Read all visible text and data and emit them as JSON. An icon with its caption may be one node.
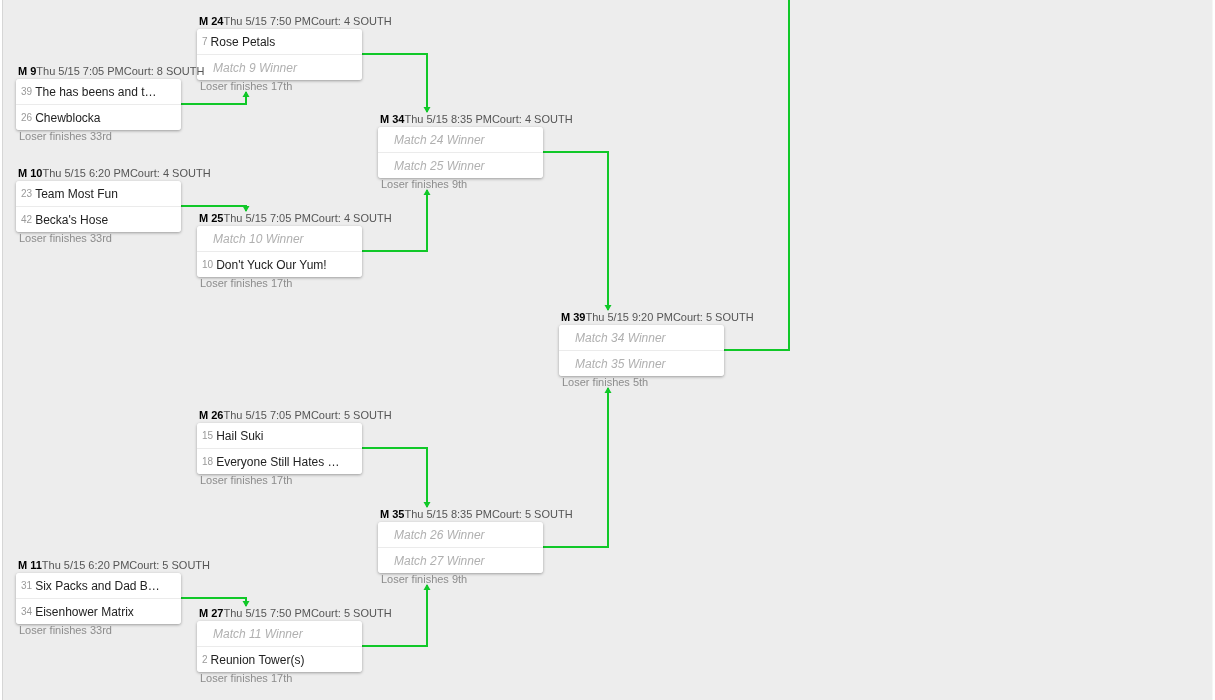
{
  "diagram": {
    "nodes": [
      {
        "text": [
          "**M 24**Thu 5/15 7:50 PMCourt: 4 SOUTH"
        ],
        "beside": [
          "Loser finishes 17th"
        ]
      },
      {
        "text": [
          "7",
          "Rose Petals"
        ],
        "in": 0
      },
      {
        "text": [
          "Match 9 Winner"
        ],
        "in": 0
      },
      {
        "text": [
          "**M 9**Thu 5/15 7:05 PMCourt: 8 SOUTH"
        ],
        "beside": [
          "Loser finishes 33rd"
        ]
      },
      {
        "text": [
          "39",
          "The has beens and t…"
        ],
        "in": 3
      },
      {
        "text": [
          "26",
          "Chewblocka"
        ],
        "in": 3
      },
      {
        "text": [
          "**M 34**Thu 5/15 8:35 PMCourt: 4 SOUTH"
        ],
        "beside": [
          "Loser finishes 9th"
        ]
      },
      {
        "text": [
          "Match 24 Winner"
        ],
        "in": 6
      },
      {
        "text": [
          "Match 25 Winner"
        ],
        "in": 6
      },
      {
        "text": [
          "**M 10**Thu 5/15 6:20 PMCourt: 4 SOUTH"
        ],
        "beside": [
          "Loser finishes 33rd"
        ]
      },
      {
        "text": [
          "23",
          "Team Most Fun"
        ],
        "in": 9
      },
      {
        "text": [
          "42",
          "Becka's Hose"
        ],
        "in": 9
      },
      {
        "text": [
          "**M 25**Thu 5/15 7:05 PMCourt: 4 SOUTH"
        ],
        "beside": [
          "Loser finishes 17th"
        ]
      },
      {
        "text": [
          "Match 10 Winner"
        ],
        "in": 12
      },
      {
        "text": [
          "10",
          "Don't Yuck Our Yum!"
        ],
        "in": 12
      },
      {
        "text": [
          "**M 39**Thu 5/15 9:20 PMCourt: 5 SOUTH"
        ],
        "beside": [
          "Loser finishes 5th"
        ]
      },
      {
        "text": [
          "Match 34 Winner"
        ],
        "in": 15
      },
      {
        "text": [
          "Match 35 Winner"
        ],
        "in": 15
      },
      {
        "text": [
          "**M 26**Thu 5/15 7:05 PMCourt: 5 SOUTH"
        ],
        "beside": [
          "Loser finishes 17th"
        ]
      },
      {
        "text": [
          "15",
          "Hail Suki"
        ],
        "in": 18
      },
      {
        "text": [
          "18",
          "Everyone Still Hates …"
        ],
        "in": 18
      },
      {
        "text": [
          "**M 35**Thu 5/15 8:35 PMCourt: 5 SOUTH"
        ],
        "beside": [
          "Loser finishes 9th"
        ]
      },
      {
        "text": [
          "Match 26 Winner"
        ],
        "in": 21
      },
      {
        "text": [
          "Match 27 Winner"
        ],
        "in": 21
      },
      {
        "text": [
          "**M 11**Thu 5/15 6:20 PMCourt: 5 SOUTH"
        ],
        "beside": [
          "Loser finishes 33rd"
        ]
      },
      {
        "text": [
          "31",
          "Six Packs and Dad B…"
        ],
        "in": 24
      },
      {
        "text": [
          "34",
          "Eisenhower Matrix"
        ],
        "in": 24
      },
      {
        "text": [
          "**M 27**Thu 5/15 7:50 PMCourt: 5 SOUTH"
        ],
        "beside": [
          "Loser finishes 17th"
        ]
      },
      {
        "text": [
          "Match 11 Winner"
        ],
        "in": 27
      },
      {
        "text": [
          "2",
          "Reunion Tower(s)"
        ],
        "in": 27
      }
    ],
    "edges": [
      {
        "from": 3,
        "to": 0,
        "arrow": "to"
      },
      {
        "from": 9,
        "to": 12,
        "arrow": "to"
      },
      {
        "from": 0,
        "to": 6,
        "arrow": "to"
      },
      {
        "from": 12,
        "to": 6,
        "arrow": "to"
      },
      {
        "from": 6,
        "to": 15,
        "arrow": "to"
      },
      {
        "from": 21,
        "to": 15,
        "arrow": "to"
      },
      {
        "from": 18,
        "to": 21,
        "arrow": "to"
      },
      {
        "from": 24,
        "to": 27,
        "arrow": "to"
      },
      {
        "from": 27,
        "to": 21,
        "arrow": "to"
      },
      {
        "from": 15,
        "to": null,
        "arrow": "none"
      }
    ]
  }
}
